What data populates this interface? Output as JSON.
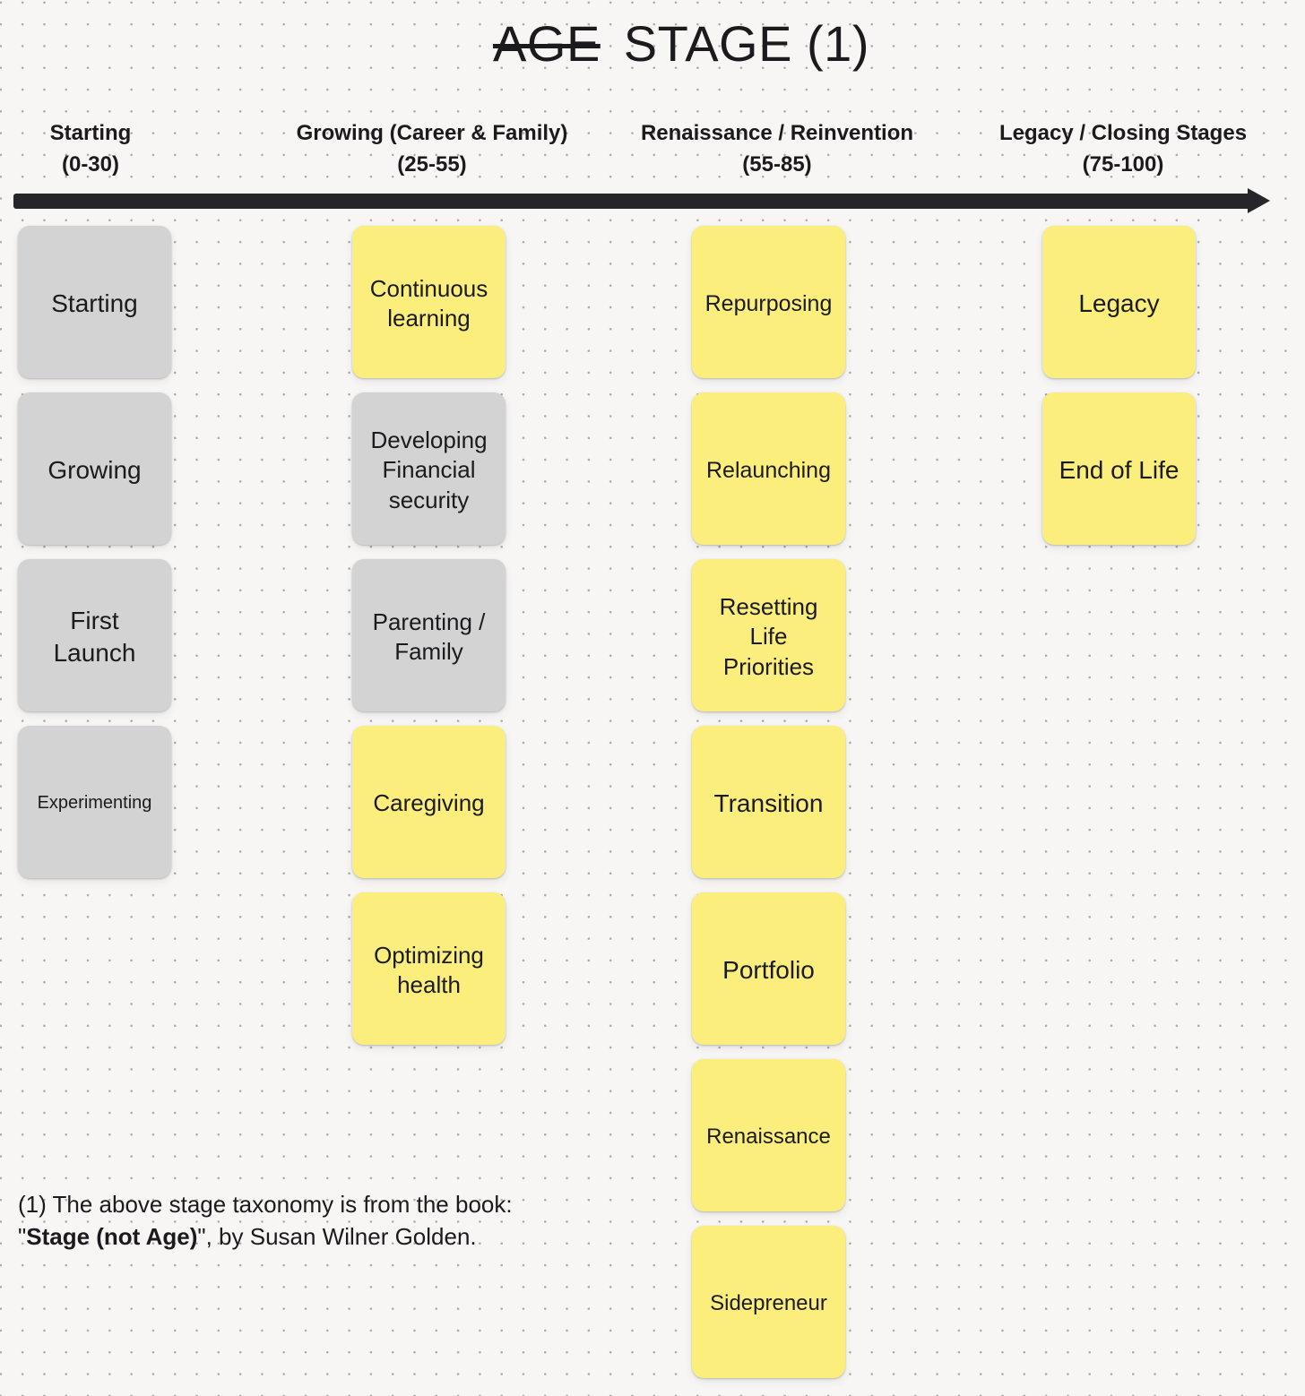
{
  "title": {
    "struck": "AGE",
    "rest": "STAGE (1)"
  },
  "columns": [
    {
      "label": "Starting",
      "range": "(0-30)",
      "notes": [
        {
          "text": "Starting",
          "color": "gray"
        },
        {
          "text": "Growing",
          "color": "gray"
        },
        {
          "text": "First Launch",
          "color": "gray"
        },
        {
          "text": "Experimenting",
          "color": "gray"
        }
      ]
    },
    {
      "label": "Growing (Career & Family)",
      "range": "(25-55)",
      "notes": [
        {
          "text": "Continuous learning",
          "color": "yellow"
        },
        {
          "text": "Developing Financial security",
          "color": "gray"
        },
        {
          "text": "Parenting / Family",
          "color": "gray"
        },
        {
          "text": "Caregiving",
          "color": "yellow"
        },
        {
          "text": "Optimizing health",
          "color": "yellow"
        }
      ]
    },
    {
      "label": "Renaissance / Reinvention",
      "range": "(55-85)",
      "notes": [
        {
          "text": "Repurposing",
          "color": "yellow"
        },
        {
          "text": "Relaunching",
          "color": "yellow"
        },
        {
          "text": "Resetting Life Priorities",
          "color": "yellow"
        },
        {
          "text": "Transition",
          "color": "yellow"
        },
        {
          "text": "Portfolio",
          "color": "yellow"
        },
        {
          "text": "Renaissance",
          "color": "yellow"
        },
        {
          "text": "Sidepreneur",
          "color": "yellow"
        }
      ]
    },
    {
      "label": "Legacy / Closing Stages",
      "range": "(75-100)",
      "notes": [
        {
          "text": "Legacy",
          "color": "yellow"
        },
        {
          "text": "End of Life",
          "color": "yellow"
        }
      ]
    }
  ],
  "timeline_arrow": {
    "direction": "right"
  },
  "footnote": {
    "line1": "(1) The above stage taxonomy is from the book:",
    "line2_open": "\"",
    "line2_bold": "Stage (not Age)",
    "line2_rest": "\", by Susan Wilner Golden."
  },
  "colors": {
    "background": "#F7F6F4",
    "dot_grid": "#ABABAB",
    "sticky_yellow": "#FBEE7C",
    "sticky_gray": "#D3D3D3",
    "arrow": "#26262A",
    "text": "#1B1B1E"
  }
}
